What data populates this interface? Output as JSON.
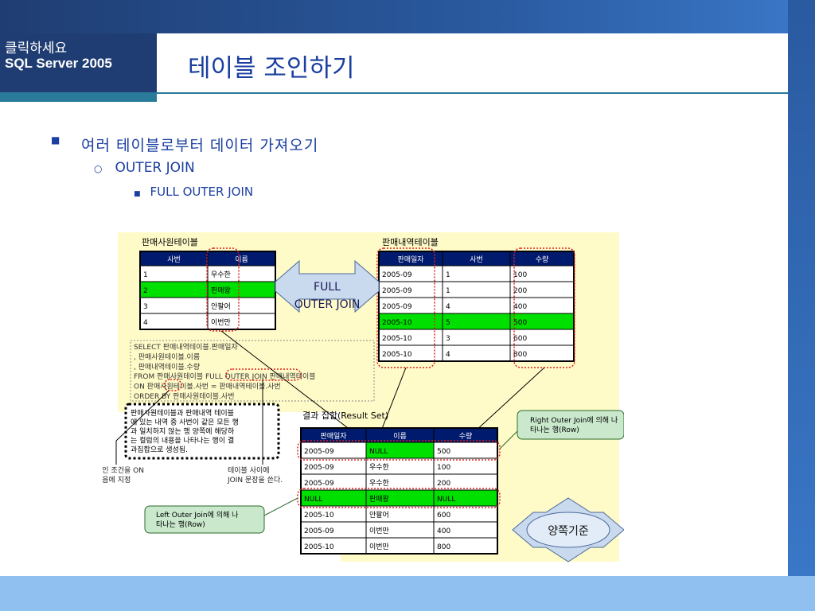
{
  "header": {
    "line1": "클릭하세요",
    "line2": "SQL Server 2005",
    "title": "테이블 조인하기"
  },
  "bullets": {
    "level1": "여러 테이블로부터 데이터 가져오기",
    "level2": "OUTER JOIN",
    "level3": "FULL OUTER JOIN"
  },
  "emp_table": {
    "caption": "판매사원테이블",
    "headers": [
      "사번",
      "이름"
    ],
    "rows": [
      [
        "1",
        "우수한"
      ],
      [
        "2",
        "판매왕"
      ],
      [
        "3",
        "안팔어"
      ],
      [
        "4",
        "이번만"
      ]
    ]
  },
  "sales_table": {
    "caption": "판매내역테이블",
    "headers": [
      "판매일자",
      "사번",
      "수량"
    ],
    "rows": [
      [
        "2005-09",
        "1",
        "100"
      ],
      [
        "2005-09",
        "1",
        "200"
      ],
      [
        "2005-09",
        "4",
        "400"
      ],
      [
        "2005-10",
        "5",
        "500"
      ],
      [
        "2005-10",
        "3",
        "600"
      ],
      [
        "2005-10",
        "4",
        "800"
      ]
    ]
  },
  "arrow_label": {
    "line1": "FULL",
    "line2": "OUTER JOIN"
  },
  "sql_lines": [
    "SELECT 판매내역테이블.판매일자",
    ",         판매사원테이블.이름",
    ",         판매내역테이블.수량",
    "FROM     판매사원테이블 FULL OUTER JOIN 판매내역테이블",
    "          ON 판매사원테이블.사번 = 판매내역테이블.사번",
    "ORDER BY 판매사원테이블.사번"
  ],
  "explain_lines": [
    "판매사원테이블과 판매내역 테이블",
    "에 있는 내역 중 사번이 같은 모든 행",
    "과 일치하지 않는 행 양쪽에 해당하",
    "는 컬럼의 내용을 나타나는 행이 결",
    "과집합으로 생성됨."
  ],
  "note_left": [
    "조인 조건을 ON",
    "다음에 지정"
  ],
  "note_mid": [
    "테이블 사이에",
    "JOIN 문장을 쓴다."
  ],
  "result_caption": "결과 집합(Result Set)",
  "result_table": {
    "headers": [
      "판매일자",
      "이름",
      "수량"
    ],
    "rows": [
      [
        "2005-09",
        "NULL",
        "500"
      ],
      [
        "2005-09",
        "우수한",
        "100"
      ],
      [
        "2005-09",
        "우수한",
        "200"
      ],
      [
        "NULL",
        "판매왕",
        "NULL"
      ],
      [
        "2005-10",
        "안팔어",
        "600"
      ],
      [
        "2005-09",
        "이번만",
        "400"
      ],
      [
        "2005-10",
        "이번만",
        "800"
      ]
    ]
  },
  "callout_right": [
    "Right Outer Join에 의해 나",
    "타나는 행(Row)"
  ],
  "callout_left": [
    "Left Outer Join에 의해 나",
    "타나는 행(Row)"
  ],
  "both_label": "양쪽기준",
  "colors": {
    "navy": "#1f3d72",
    "blue_text": "#1a3fa0",
    "green": "#00e000",
    "table_header": "#001a6e",
    "yellow_bg": "#fffbc8",
    "red_dotted": "#e02020"
  }
}
